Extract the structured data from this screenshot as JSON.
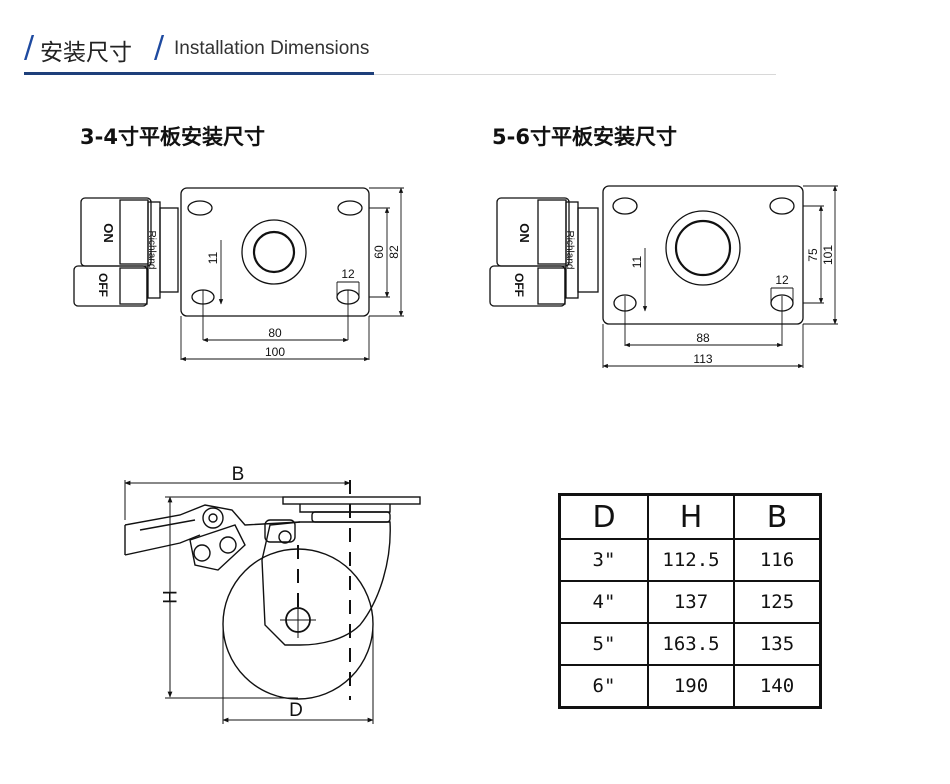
{
  "header": {
    "slash": "/",
    "title_cn": "安装尺寸",
    "title_en": "Installation Dimensions"
  },
  "plate_small": {
    "title": "3-4寸平板安装尺寸",
    "brake_on": "ON",
    "brake_off": "OFF",
    "brake_brand": "Richland",
    "dims": {
      "hole_w": "12",
      "hole_h": "11",
      "span_x": "80",
      "width": "100",
      "span_y": "60",
      "height": "82"
    }
  },
  "plate_large": {
    "title": "5-6寸平板安装尺寸",
    "brake_on": "ON",
    "brake_off": "OFF",
    "brake_brand": "Richland",
    "dims": {
      "hole_w": "12",
      "hole_h": "11",
      "span_x": "88",
      "width": "113",
      "span_y": "75",
      "height": "101"
    }
  },
  "caster_side": {
    "label_b": "B",
    "label_h": "H",
    "label_d": "D"
  },
  "spec_table": {
    "headers": [
      "D",
      "H",
      "B"
    ],
    "rows": [
      [
        "3\"",
        "112.5",
        "116"
      ],
      [
        "4\"",
        "137",
        "125"
      ],
      [
        "5\"",
        "163.5",
        "135"
      ],
      [
        "6\"",
        "190",
        "140"
      ]
    ]
  }
}
